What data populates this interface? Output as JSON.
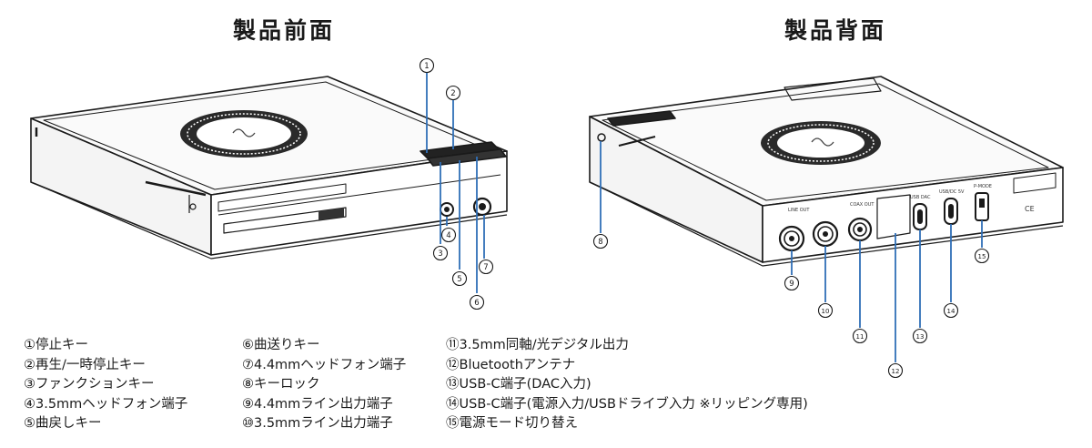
{
  "titles": {
    "front": "製品前面",
    "back": "製品背面"
  },
  "callouts": {
    "c1": "1",
    "c2": "2",
    "c3": "3",
    "c4": "4",
    "c5": "5",
    "c6": "6",
    "c7": "7",
    "c8": "8",
    "c9": "9",
    "c10": "10",
    "c11": "11",
    "c12": "12",
    "c13": "13",
    "c14": "14",
    "c15": "15"
  },
  "legend": {
    "col1": [
      "①停止キー",
      "②再生/一時停止キー",
      "③ファンクションキー",
      "④3.5mmヘッドフォン端子",
      "⑤曲戻しキー"
    ],
    "col2": [
      "⑥曲送りキー",
      "⑦4.4mmヘッドフォン端子",
      "⑧キーロック",
      "⑨4.4mmライン出力端子",
      "⑩3.5mmライン出力端子"
    ],
    "col3": [
      "⑪3.5mm同軸/光デジタル出力",
      "⑫Bluetoothアンテナ",
      "⑬USB-C端子(DAC入力)",
      "⑭USB-C端子(電源入力/USBドライブ入力 ※リッピング専用)",
      "⑮電源モード切り替え"
    ]
  },
  "device_labels": {
    "back_text1": "LINE OUT",
    "back_text2": "COAX OUT",
    "back_text3": "USB DAC",
    "back_text4": "USB/DC 5V",
    "back_text5": "P-MODE",
    "back_text6": "CE"
  },
  "colors": {
    "callout_line": "#2f6fb7",
    "device_stroke": "#1a1a1a"
  }
}
